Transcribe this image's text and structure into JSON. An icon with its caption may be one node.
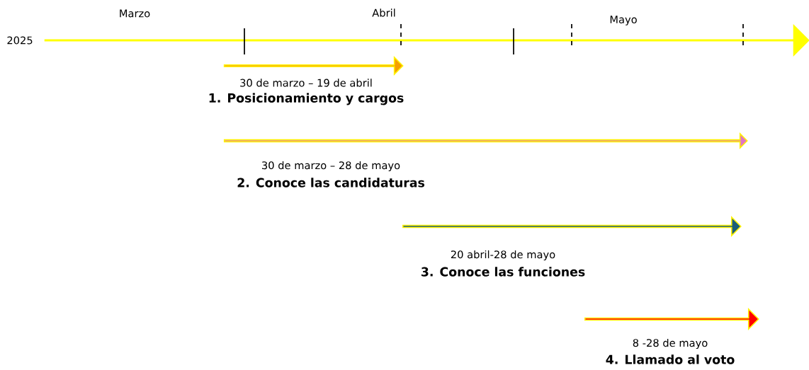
{
  "diagram": {
    "nodes": [
      {
        "text": [],
        "shape": "arrow"
      },
      {
        "text": [
          "30 de marzo – 19 de abril",
          "1. Posicionamiento y cargos"
        ]
      },
      {
        "text": [
          "30 de marzo – 28 de mayo",
          "2. Conoce las candidaturas"
        ]
      },
      {
        "text": [
          "20 abril-28 de mayo",
          "3. Conoce las funciones"
        ]
      },
      {
        "text": [
          "8 -28 de mayo",
          "4. Llamado al voto"
        ]
      }
    ],
    "labels": [
      "Marzo",
      "Abril",
      "Mayo",
      "2025"
    ]
  }
}
